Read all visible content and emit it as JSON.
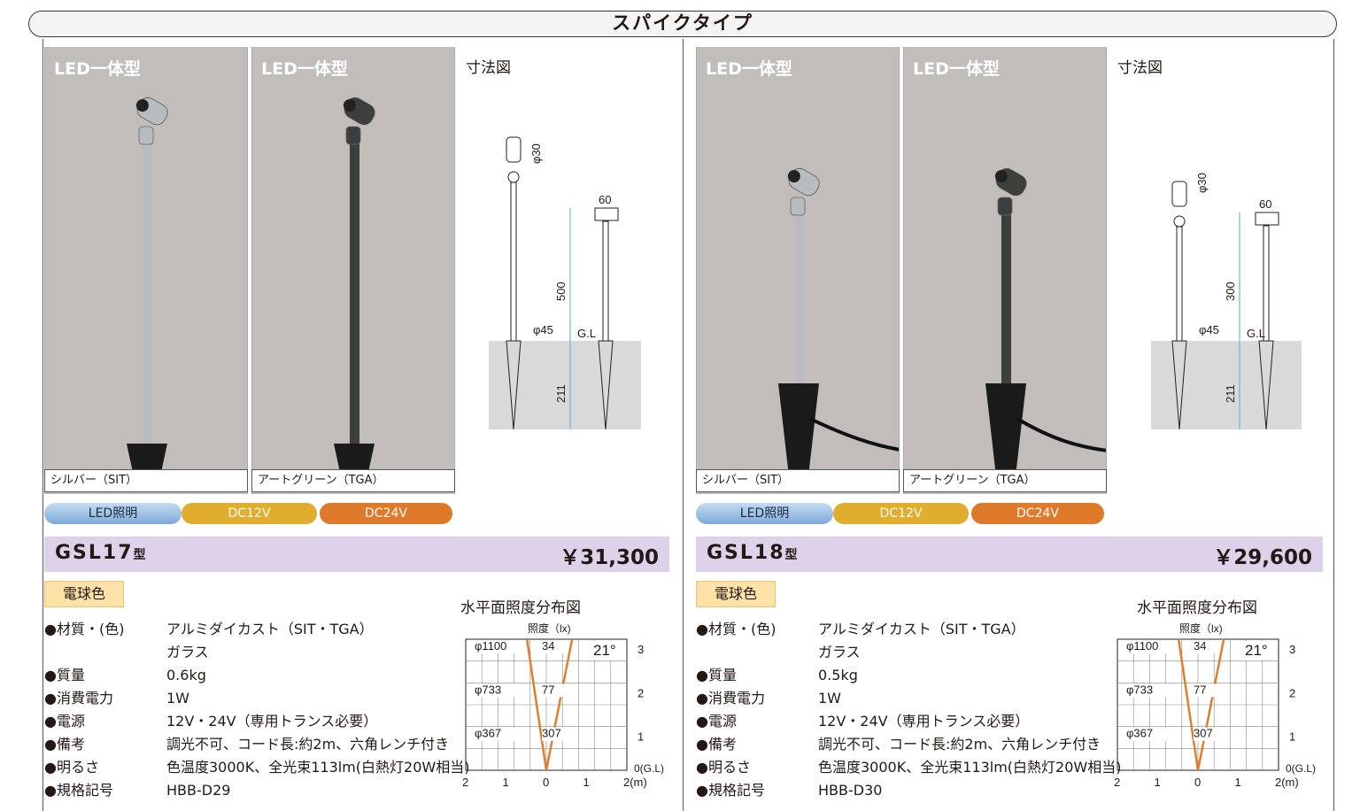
{
  "banner": {
    "title": "スパイクタイプ"
  },
  "products": [
    {
      "led_label": "LED一体型",
      "variants": [
        {
          "label": "LED一体型",
          "caption": "シルバー（SIT）",
          "finish": "#b9bcbf"
        },
        {
          "label": "LED一体型",
          "caption": "アートグリーン（TGA）",
          "finish": "#3e3f3c"
        }
      ],
      "dim_title": "寸法図",
      "dims": {
        "head_dia": "φ30",
        "head_width": "60",
        "height": "500",
        "base_dia": "φ45",
        "gl": "G.L",
        "spike": "211"
      },
      "pills": {
        "led": "LED照明",
        "dc12": "DC12V",
        "dc24": "DC24V"
      },
      "model": {
        "name": "GSL17",
        "suffix": "型",
        "price": "￥31,300"
      },
      "badge": "電球色",
      "specs": [
        {
          "k": "●材質・(色)",
          "v": "アルミダイカスト（SIT・TGA）"
        },
        {
          "k": "",
          "v": "ガラス"
        },
        {
          "k": "●質量",
          "v": "0.6kg"
        },
        {
          "k": "●消費電力",
          "v": "1W"
        },
        {
          "k": "●電源",
          "v": "12V・24V（専用トランス必要）"
        },
        {
          "k": "●備考",
          "v": "調光不可、コード長:約2m、六角レンチ付き"
        },
        {
          "k": "●明るさ",
          "v": "色温度3000K、全光束113lm(白熱灯20W相当)"
        },
        {
          "k": "●規格記号",
          "v": "HBB-D29"
        }
      ],
      "dist": {
        "title": "水平面照度分布図",
        "unit": "照度（lx)",
        "angle": "21°",
        "rows": [
          {
            "dia": "φ1100",
            "lux": "34",
            "h": "3"
          },
          {
            "dia": "φ733",
            "lux": "77",
            "h": "2"
          },
          {
            "dia": "φ367",
            "lux": "307",
            "h": "1"
          }
        ],
        "gl": "0(G.L)",
        "x": [
          "2",
          "1",
          "0",
          "1",
          "2(m)"
        ]
      }
    },
    {
      "led_label": "LED一体型",
      "variants": [
        {
          "label": "LED一体型",
          "caption": "シルバー（SIT）",
          "finish": "#b9bcbf"
        },
        {
          "label": "LED一体型",
          "caption": "アートグリーン（TGA）",
          "finish": "#3e3f3c"
        }
      ],
      "dim_title": "寸法図",
      "dims": {
        "head_dia": "φ30",
        "head_width": "60",
        "height": "300",
        "base_dia": "φ45",
        "gl": "G.L",
        "spike": "211"
      },
      "pills": {
        "led": "LED照明",
        "dc12": "DC12V",
        "dc24": "DC24V"
      },
      "model": {
        "name": "GSL18",
        "suffix": "型",
        "price": "￥29,600"
      },
      "badge": "電球色",
      "specs": [
        {
          "k": "●材質・(色)",
          "v": "アルミダイカスト（SIT・TGA）"
        },
        {
          "k": "",
          "v": "ガラス"
        },
        {
          "k": "●質量",
          "v": "0.5kg"
        },
        {
          "k": "●消費電力",
          "v": "1W"
        },
        {
          "k": "●電源",
          "v": "12V・24V（専用トランス必要）"
        },
        {
          "k": "●備考",
          "v": "調光不可、コード長:約2m、六角レンチ付き"
        },
        {
          "k": "●明るさ",
          "v": "色温度3000K、全光束113lm(白熱灯20W相当)"
        },
        {
          "k": "●規格記号",
          "v": "HBB-D30"
        }
      ],
      "dist": {
        "title": "水平面照度分布図",
        "unit": "照度（lx)",
        "angle": "21°",
        "rows": [
          {
            "dia": "φ1100",
            "lux": "34",
            "h": "3"
          },
          {
            "dia": "φ733",
            "lux": "77",
            "h": "2"
          },
          {
            "dia": "φ367",
            "lux": "307",
            "h": "1"
          }
        ],
        "gl": "0(G.L)",
        "x": [
          "2",
          "1",
          "0",
          "1",
          "2(m)"
        ]
      }
    }
  ]
}
